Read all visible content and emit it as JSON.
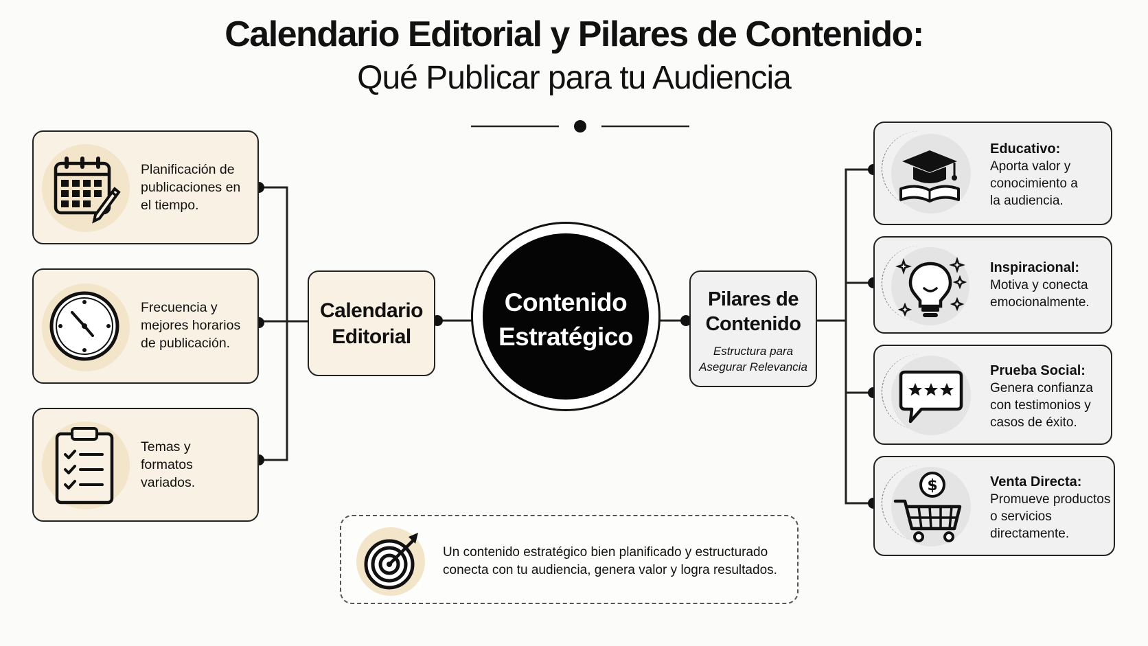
{
  "header": {
    "title": "Calendario Editorial y Pilares de Contenido:",
    "subtitle": "Qué Publicar para tu Audiencia"
  },
  "left_items": [
    {
      "icon": "calendar-icon",
      "lines": [
        "Planificación de",
        "publicaciones en",
        "el tiempo."
      ]
    },
    {
      "icon": "clock-icon",
      "lines": [
        "Frecuencia y",
        "mejores horarios",
        "de publicación."
      ]
    },
    {
      "icon": "clipboard-checklist-icon",
      "lines": [
        "Temas y",
        "formatos",
        "variados."
      ]
    }
  ],
  "calendario": {
    "line1": "Calendario",
    "line2": "Editorial"
  },
  "center": {
    "line1": "Contenido",
    "line2": "Estratégico"
  },
  "pilares": {
    "line1": "Pilares de",
    "line2": "Contenido",
    "sub1": "Estructura para",
    "sub2": "Asegurar Relevancia"
  },
  "pillars": [
    {
      "icon": "graduation-cap-book-icon",
      "title": "Educativo:",
      "lines": [
        "Aporta valor y",
        "conocimiento a",
        "la audiencia."
      ]
    },
    {
      "icon": "lightbulb-icon",
      "title": "Inspiracional:",
      "lines": [
        "Motiva y conecta",
        "emocionalmente."
      ]
    },
    {
      "icon": "speech-bubble-stars-icon",
      "title": "Prueba Social:",
      "lines": [
        "Genera confianza",
        "con testimonios y",
        "casos de éxito."
      ]
    },
    {
      "icon": "shopping-cart-dollar-icon",
      "title": "Venta Directa:",
      "lines": [
        "Promueve productos",
        "o servicios",
        "directamente."
      ]
    }
  ],
  "summary": {
    "icon": "target-arrow-icon",
    "line1": "Un contenido estratégico bien planificado y estructurado",
    "line2": "conecta con tu audiencia, genera valor y logra resultados."
  },
  "colors": {
    "cream": "#f9f1e3",
    "cream_icon": "#f3e5c9",
    "gray": "#f1f1f1",
    "gray_icon": "#e4e4e4",
    "ink": "#111111"
  }
}
